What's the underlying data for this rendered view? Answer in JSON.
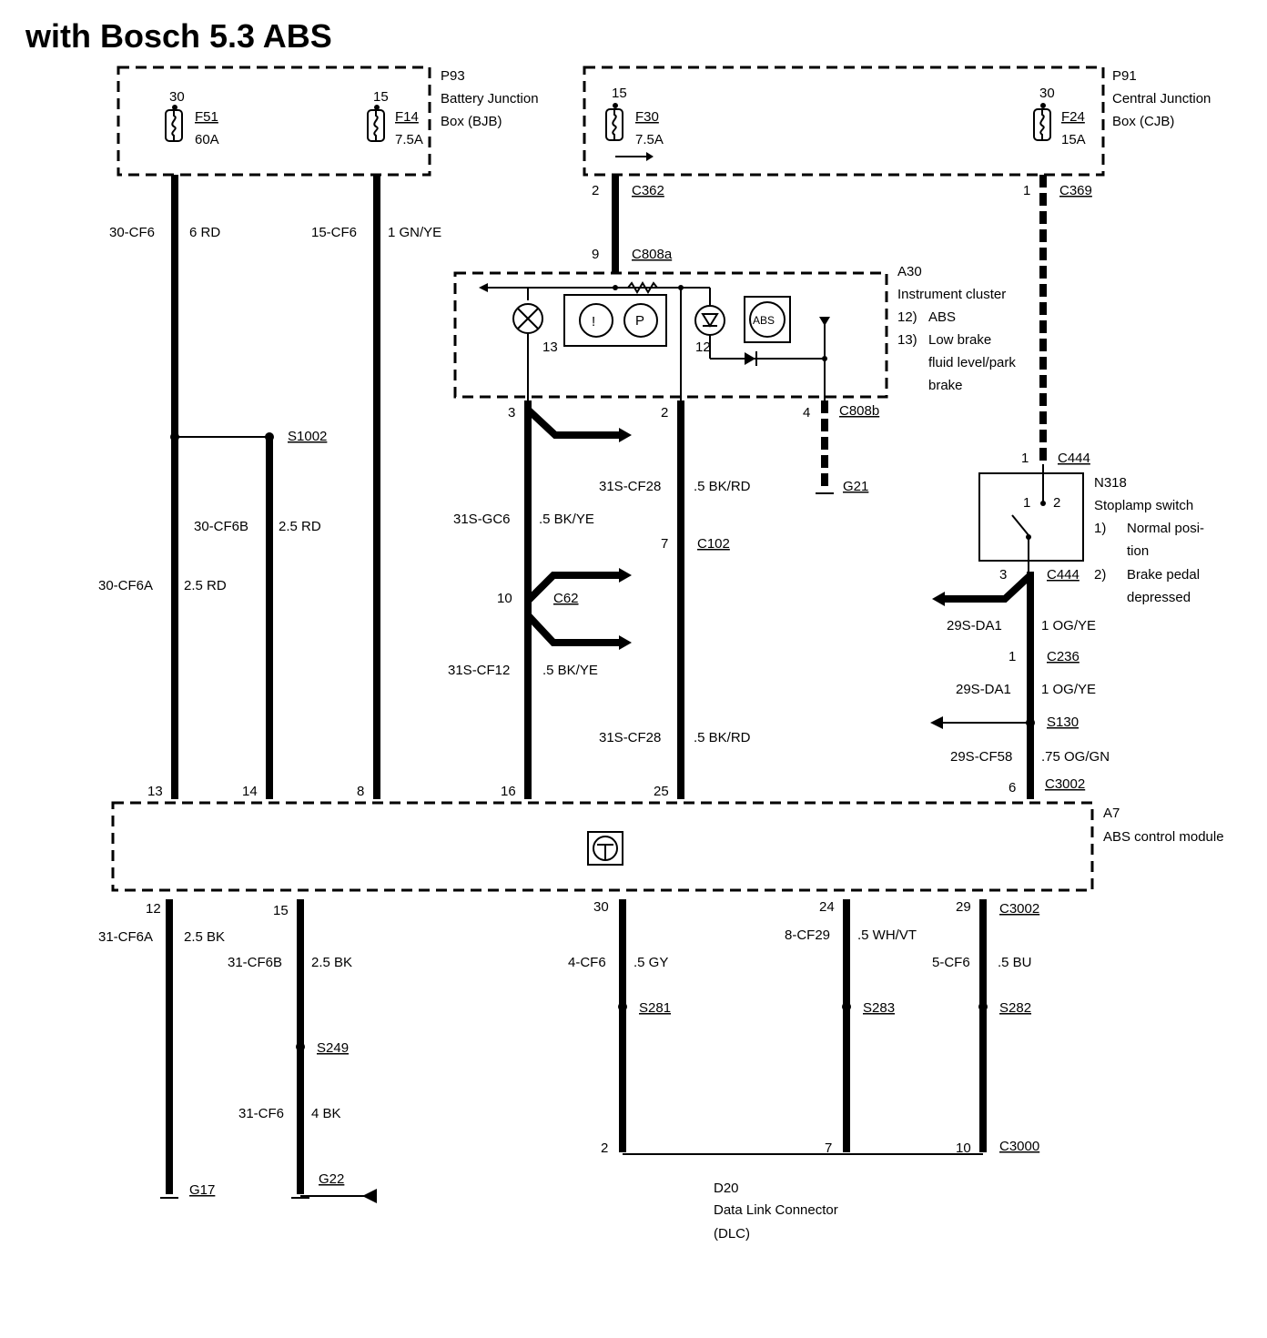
{
  "title": "with Bosch 5.3 ABS",
  "p93": {
    "id": "P93",
    "line1": "Battery Junction",
    "line2": "Box (BJB)",
    "fuse1": {
      "term": "30",
      "name": "F51",
      "rating": "60A"
    },
    "fuse2": {
      "term": "15",
      "name": "F14",
      "rating": "7.5A"
    }
  },
  "p91": {
    "id": "P91",
    "line1": "Central Junction",
    "line2": "Box (CJB)",
    "fuse1": {
      "term": "15",
      "name": "F30",
      "rating": "7.5A"
    },
    "fuse2": {
      "term": "30",
      "name": "F24",
      "rating": "15A"
    }
  },
  "a30": {
    "id": "A30",
    "line1": "Instrument cluster",
    "item12n": "12)",
    "item12": "ABS",
    "item13n": "13)",
    "item13a": "Low brake",
    "item13b": "fluid level/park",
    "item13c": "brake",
    "lamp12": "12",
    "lamp13": "13",
    "abs_icon": "ABS",
    "p_icon": "P",
    "excl_icon": "!"
  },
  "n318": {
    "id": "N318",
    "line1": "Stoplamp switch",
    "n1": "1)",
    "t1a": "Normal posi-",
    "t1b": "tion",
    "n2": "2)",
    "t2a": "Brake pedal",
    "t2b": "depressed",
    "pos1": "1",
    "pos2": "2"
  },
  "a7": {
    "id": "A7",
    "name": "ABS control module"
  },
  "d20": {
    "id": "D20",
    "line1": "Data Link Connector",
    "line2": "(DLC)"
  },
  "connectors": {
    "c362": "C362",
    "c362pin": "2",
    "c369": "C369",
    "c369pin": "1",
    "c808a": "C808a",
    "c808apin": "9",
    "c808b": "C808b",
    "c808bpin": "4",
    "a30pin3": "3",
    "a30pin2": "2",
    "c444top": "C444",
    "c444toppin": "1",
    "c444bot": "C444",
    "c444botpin": "3",
    "c236": "C236",
    "c236pin": "1",
    "c102": "C102",
    "c102pin": "7",
    "c62": "C62",
    "c62pin": "10",
    "c3002top": "C3002",
    "c3002toppin": "6",
    "c3002bot": "C3002",
    "c3000": "C3000"
  },
  "splices": {
    "s1002": "S1002",
    "s130": "S130",
    "s249": "S249",
    "s281": "S281",
    "s283": "S283",
    "s282": "S282"
  },
  "grounds": {
    "g21": "G21",
    "g17": "G17",
    "g22": "G22"
  },
  "wires": {
    "w30cf6": "30-CF6",
    "w30cf6c": "6 RD",
    "w15cf6": "15-CF6",
    "w15cf6c": "1 GN/YE",
    "w30cf6b": "30-CF6B",
    "w30cf6bc": "2.5 RD",
    "w30cf6a": "30-CF6A",
    "w30cf6ac": "2.5 RD",
    "w31sgc6": "31S-GC6",
    "w31sgc6c": ".5 BK/YE",
    "w31scf12": "31S-CF12",
    "w31scf12c": ".5 BK/YE",
    "w31scf28a": "31S-CF28",
    "w31scf28ac": ".5 BK/RD",
    "w31scf28b": "31S-CF28",
    "w31scf28bc": ".5 BK/RD",
    "w29sda1a": "29S-DA1",
    "w29sda1ac": "1 OG/YE",
    "w29sda1b": "29S-DA1",
    "w29sda1bc": "1 OG/YE",
    "w29scf58": "29S-CF58",
    "w29scf58c": ".75 OG/GN",
    "w31cf6a": "31-CF6A",
    "w31cf6ac": "2.5 BK",
    "w31cf6b": "31-CF6B",
    "w31cf6bc": "2.5 BK",
    "w31cf6": "31-CF6",
    "w31cf6c": "4 BK",
    "w4cf6": "4-CF6",
    "w4cf6c": ".5 GY",
    "w8cf29": "8-CF29",
    "w8cf29c": ".5 WH/VT",
    "w5cf6": "5-CF6",
    "w5cf6c": ".5 BU"
  },
  "pins": {
    "a7_13": "13",
    "a7_14": "14",
    "a7_8": "8",
    "a7_16": "16",
    "a7_25": "25",
    "a7_12": "12",
    "a7_15": "15",
    "a7_30": "30",
    "a7_24": "24",
    "a7_29": "29",
    "dlc_2": "2",
    "dlc_7": "7",
    "dlc_10": "10"
  }
}
